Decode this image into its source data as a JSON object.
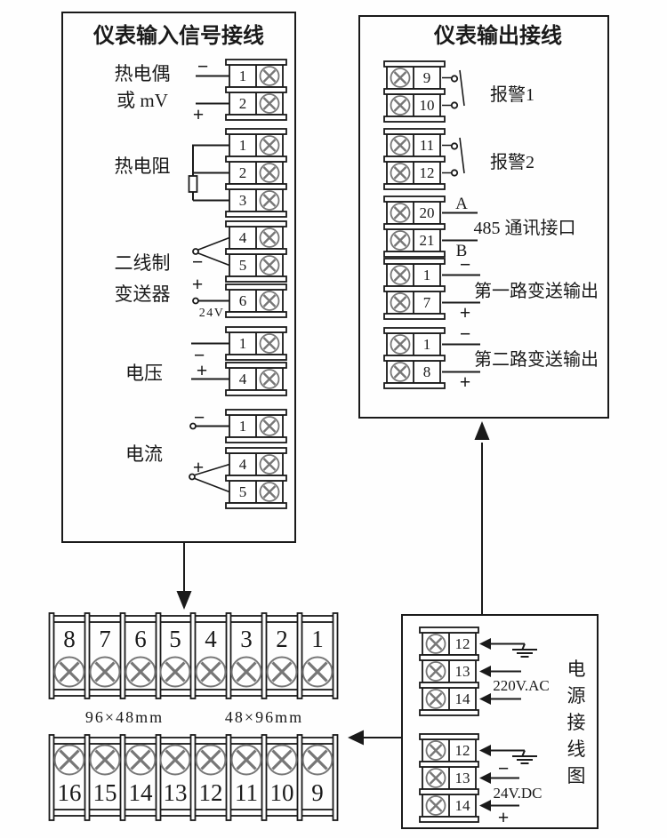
{
  "page": {
    "background": "#fefefe",
    "ink_color": "#1a1a1a",
    "screw_color": "#777777"
  },
  "input_box": {
    "title": "仪表输入信号接线",
    "thermocouple": {
      "label_line1": "热电偶",
      "label_line2": "或 mV",
      "minus": "−",
      "plus": "+",
      "t1": "1",
      "t2": "2"
    },
    "rtd": {
      "label": "热电阻",
      "t1": "1",
      "t2": "2",
      "t3": "3"
    },
    "transmitter": {
      "label_line1": "二线制",
      "label_line2": "变送器",
      "minus": "−",
      "plus": "+",
      "supply": "24V",
      "t1": "4",
      "t2": "5",
      "t3": "6"
    },
    "voltage": {
      "label": "电压",
      "minus": "−",
      "plus": "+",
      "t1": "1",
      "t2": "4"
    },
    "current": {
      "label": "电流",
      "minus": "−",
      "plus": "+",
      "t1": "1",
      "t2": "4",
      "t3": "5"
    }
  },
  "output_box": {
    "title": "仪表输出接线",
    "alarm1": {
      "label": "报警1",
      "t1": "9",
      "t2": "10"
    },
    "alarm2": {
      "label": "报警2",
      "t1": "11",
      "t2": "12"
    },
    "comm": {
      "label": "485 通讯接口",
      "a": "A",
      "b": "B",
      "t1": "20",
      "t2": "21"
    },
    "retrans1": {
      "label": "第一路变送输出",
      "minus": "−",
      "plus": "+",
      "t1": "1",
      "t2": "7"
    },
    "retrans2": {
      "label": "第二路变送输出",
      "minus": "−",
      "plus": "+",
      "t1": "1",
      "t2": "8"
    }
  },
  "terminal_strips": {
    "top_row": [
      "8",
      "7",
      "6",
      "5",
      "4",
      "3",
      "2",
      "1"
    ],
    "bottom_row": [
      "16",
      "15",
      "14",
      "13",
      "12",
      "11",
      "10",
      "9"
    ],
    "size_label_left": "96×48mm",
    "size_label_right": "48×96mm"
  },
  "power_box": {
    "title_chars": [
      "电",
      "源",
      "接",
      "线",
      "图"
    ],
    "ac": {
      "label": "220V.AC",
      "t1": "12",
      "t2": "13",
      "t3": "14"
    },
    "dc": {
      "label": "24V.DC",
      "minus": "−",
      "plus": "+",
      "t1": "12",
      "t2": "13",
      "t3": "14"
    }
  }
}
